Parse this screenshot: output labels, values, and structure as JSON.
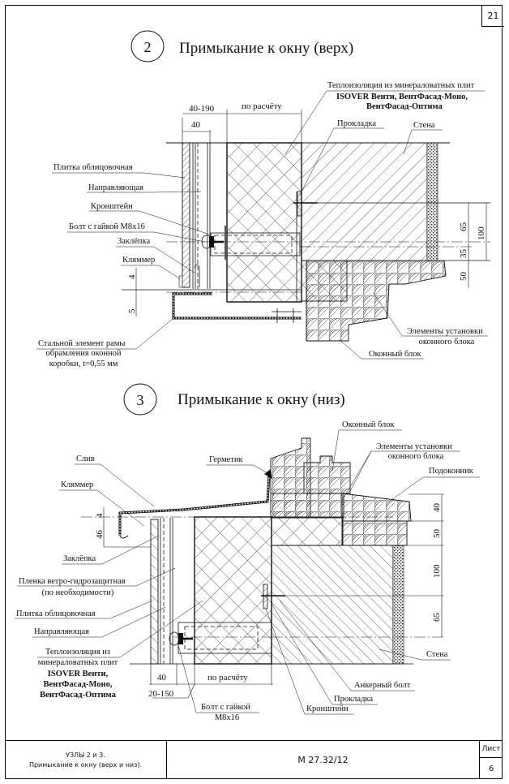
{
  "page_number": "21",
  "node2": {
    "number": "2",
    "title": "Примыкание к окну (верх)",
    "labels": {
      "insulation_line1": "Теплоизоляция из минераловатных плит",
      "insulation_line2": "ISOVER Венти,  ВентФасад-Моно,",
      "insulation_line3": "ВентФасад-Оптима",
      "gasket": "Прокладка",
      "wall": "Стена",
      "tile": "Плитка облицовочная",
      "guide": "Направляющая",
      "bracket": "Кронштейн",
      "bolt": "Болт с гайкой М8х16",
      "rivet": "Заклёпка",
      "clamp": "Кляммер",
      "steel_line1": "Стальной элемент рамы",
      "steel_line2": "обрамления оконной",
      "steel_line3": "коробки, t=0,55 мм",
      "install_line1": "Элементы установки",
      "install_line2": "оконного блока",
      "window_block": "Оконный блок"
    },
    "dimensions": {
      "gap_range": "40-190",
      "tile_width": "40",
      "insulation_width": "по расчёту",
      "d4": "4",
      "d5": "5",
      "d65": "65",
      "d35": "35",
      "d100": "100",
      "d50": "50"
    }
  },
  "node3": {
    "number": "3",
    "title": "Примыкание к окну (низ)",
    "labels": {
      "window_block": "Оконный блок",
      "install_line1": "Элементы установки",
      "install_line2": "оконного блока",
      "sealant": "Герметик",
      "sill": "Подоконник",
      "drip": "Слив",
      "clamp": "Кляммер",
      "rivet": "Заклёпка",
      "membrane_line1": "Пленка ветро-гидрозащитная",
      "membrane_line2": "(по необходимости)",
      "tile": "Плитка облицовочная",
      "guide": "Направляющая",
      "insulation_line1": "Теплоизоляция из",
      "insulation_line2": "минераловатных плит",
      "insulation_line3": "ISOVER Венти,",
      "insulation_line4": "ВентФасад-Моно,",
      "insulation_line5": "ВентФасад-Оптима",
      "wall": "Стена",
      "anchor": "Анкерный болт",
      "gasket": "Прокладка",
      "bracket": "Кронштейн",
      "bolt_line1": "Болт с гайкой",
      "bolt_line2": "М8х16"
    },
    "dimensions": {
      "d4": "4",
      "d46": "46",
      "d40": "40",
      "d50": "50",
      "d100": "100",
      "d65": "65",
      "tile_width": "40",
      "gap_range": "20-150",
      "insulation_width": "по расчёту"
    }
  },
  "title_block": {
    "description_line1": "УЗЛЫ 2 и 3.",
    "description_line2": "Примыкание к окну (верх и низ).",
    "code": "М 27.32/12",
    "sheet_label": "Лист",
    "sheet_number": "6"
  }
}
